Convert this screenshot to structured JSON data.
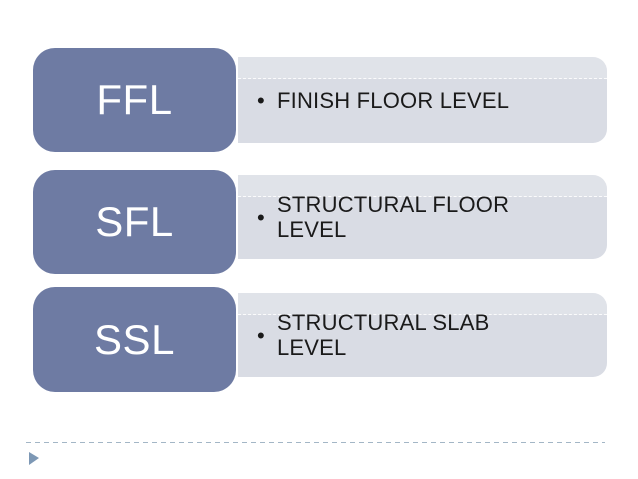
{
  "bullet_char": "•",
  "rows": [
    {
      "abbr": "FFL",
      "description": "FINISH FLOOR LEVEL"
    },
    {
      "abbr": "SFL",
      "description": "STRUCTURAL FLOOR LEVEL"
    },
    {
      "abbr": "SSL",
      "description": "STRUCTURAL SLAB LEVEL"
    }
  ],
  "colors": {
    "abbr_box": "#6e7ba3",
    "abbr_text": "#ffffff",
    "desc_box": "#d9dce4",
    "desc_text": "#1a1a1a",
    "footer_dashed_line": "#a3b6c6",
    "footer_arrow": "#7d98b5",
    "background": "#ffffff"
  }
}
